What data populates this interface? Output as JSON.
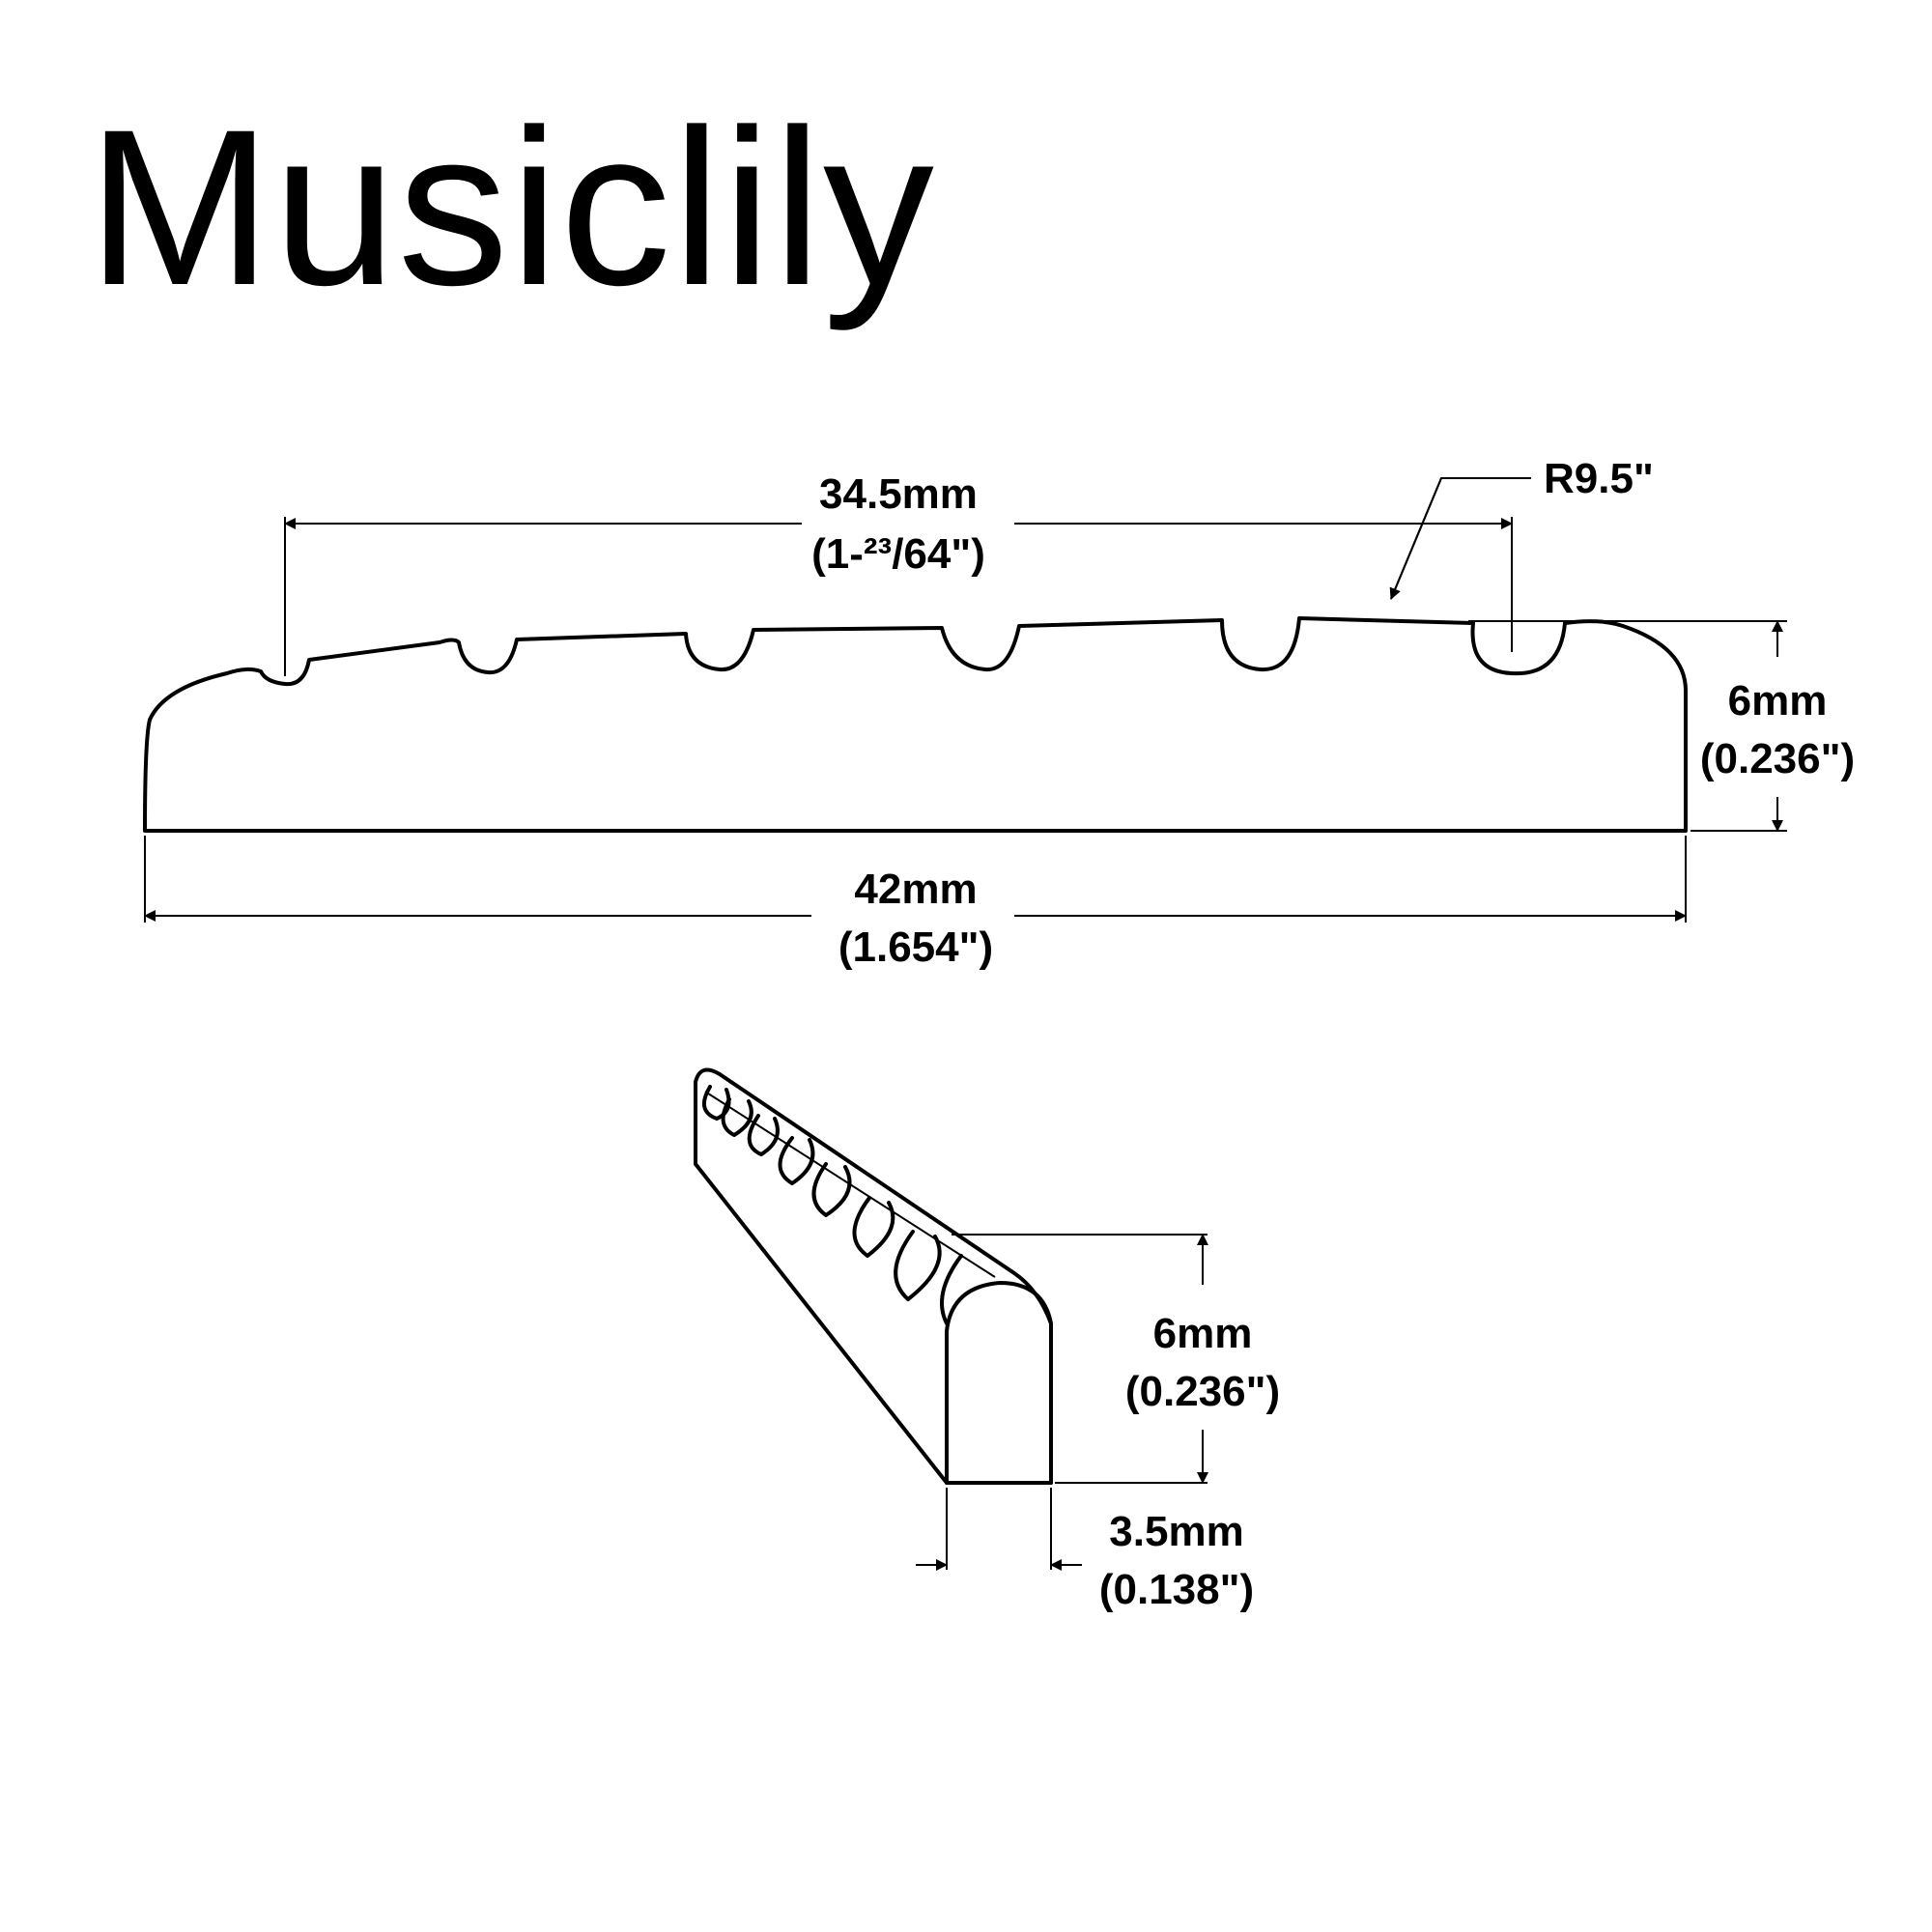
{
  "brand": {
    "name": "Musiclily"
  },
  "front_view": {
    "string_spacing": {
      "metric": "34.5mm",
      "imperial": "(1-²³/64\")"
    },
    "radius": {
      "label": "R9.5\""
    },
    "height": {
      "metric": "6mm",
      "imperial": "(0.236\")"
    },
    "width": {
      "metric": "42mm",
      "imperial": "(1.654\")"
    }
  },
  "side_view": {
    "height": {
      "metric": "6mm",
      "imperial": "(0.236\")"
    },
    "thickness": {
      "metric": "3.5mm",
      "imperial": "(0.138\")"
    }
  }
}
